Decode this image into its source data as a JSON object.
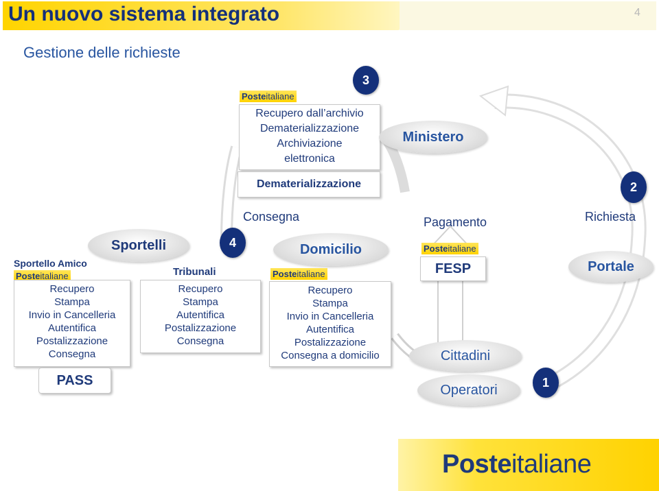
{
  "header": {
    "title": "Un nuovo sistema integrato",
    "slide_number": "4"
  },
  "subtitle": "Gestione delle richieste",
  "brand": {
    "part1": "Poste",
    "part2": "italiane",
    "accent": "#ffd200",
    "navy": "#14307a"
  },
  "top_box": {
    "badge": "3",
    "lines": [
      "Recupero dall’archivio",
      "Dematerializzazione",
      "Archiviazione",
      "elettronica"
    ],
    "footer": "Dematerializzazione"
  },
  "ministero": "Ministero",
  "badge_2": "2",
  "columns": {
    "consegna": "Consegna",
    "pagamento": "Pagamento",
    "richiesta": "Richiesta"
  },
  "sportelli": {
    "header": "Sportelli",
    "badge": "4",
    "amico_label": "Sportello Amico",
    "amico_lines": [
      "Recupero",
      "Stampa",
      "Invio in Cancelleria",
      "Autentifica",
      "Postalizzazione",
      "Consegna"
    ],
    "pass": "PASS",
    "tribunali_label": "Tribunali",
    "tribunali_lines": [
      "Recupero",
      "Stampa",
      "Autentifica",
      "Postalizzazione",
      "Consegna"
    ]
  },
  "domicilio": {
    "header": "Domicilio",
    "lines": [
      "Recupero",
      "Stampa",
      "Invio in Cancelleria",
      "Autentifica",
      "Postalizzazione",
      "Consegna a domicilio"
    ]
  },
  "fesp": "FESP",
  "portale": "Portale",
  "cittadini": "Cittadini",
  "operatori": "Operatori",
  "badge_1": "1"
}
